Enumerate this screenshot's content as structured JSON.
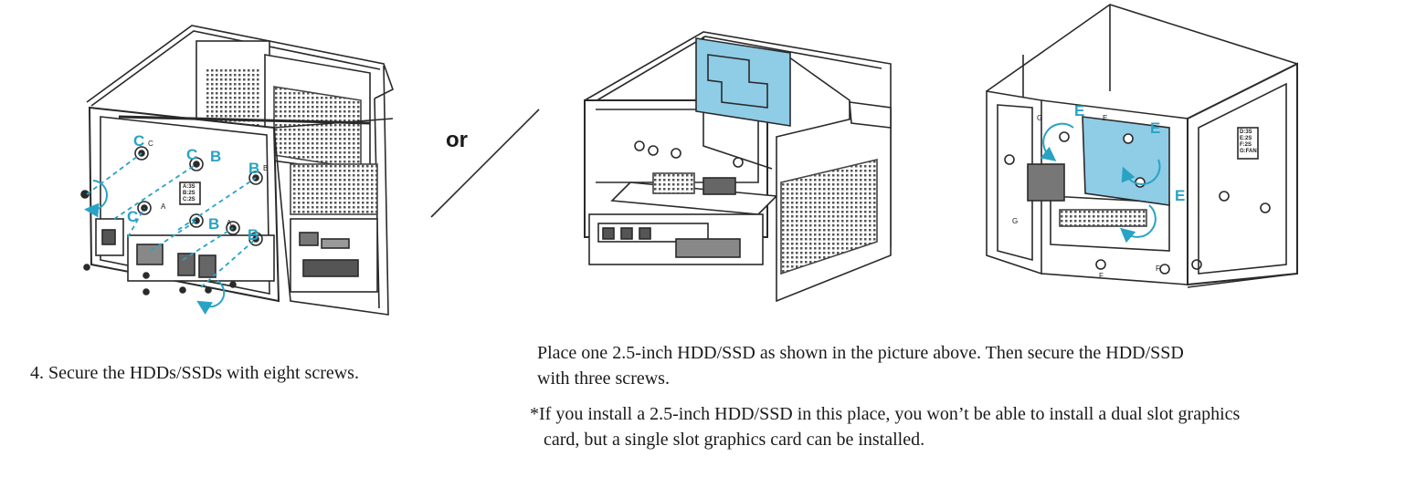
{
  "connector_label": "or",
  "step_text": "4. Secure the HDDs/SSDs with eight screws.",
  "alt_instruction": {
    "line1": "Place one 2.5-inch HDD/SSD as shown  in the picture above. Then secure the HDD/SSD",
    "line2": "with three screws.",
    "note_line1": "*If you install a 2.5-inch HDD/SSD in this place, you won’t be able to install a dual slot graphics",
    "note_line2": "card, but a single slot graphics card can be installed."
  },
  "figure1": {
    "screw_labels": [
      "C",
      "C",
      "B",
      "B",
      "C",
      "B",
      "B"
    ],
    "label_panel_text": [
      "A:3S",
      "B:2S",
      "C:2S"
    ],
    "small_letters": [
      "A",
      "A",
      "B",
      "C"
    ]
  },
  "figure3": {
    "screw_labels": [
      "E",
      "E",
      "E"
    ],
    "label_panel_text": [
      "D:3S",
      "E:2S",
      "F:2S",
      "G:FAN"
    ],
    "small_letters": [
      "E",
      "G",
      "G",
      "F",
      "F"
    ]
  },
  "colors": {
    "accent": "#29a3c4",
    "drive_fill": "#8fcce6",
    "line": "#2a2a2a"
  }
}
